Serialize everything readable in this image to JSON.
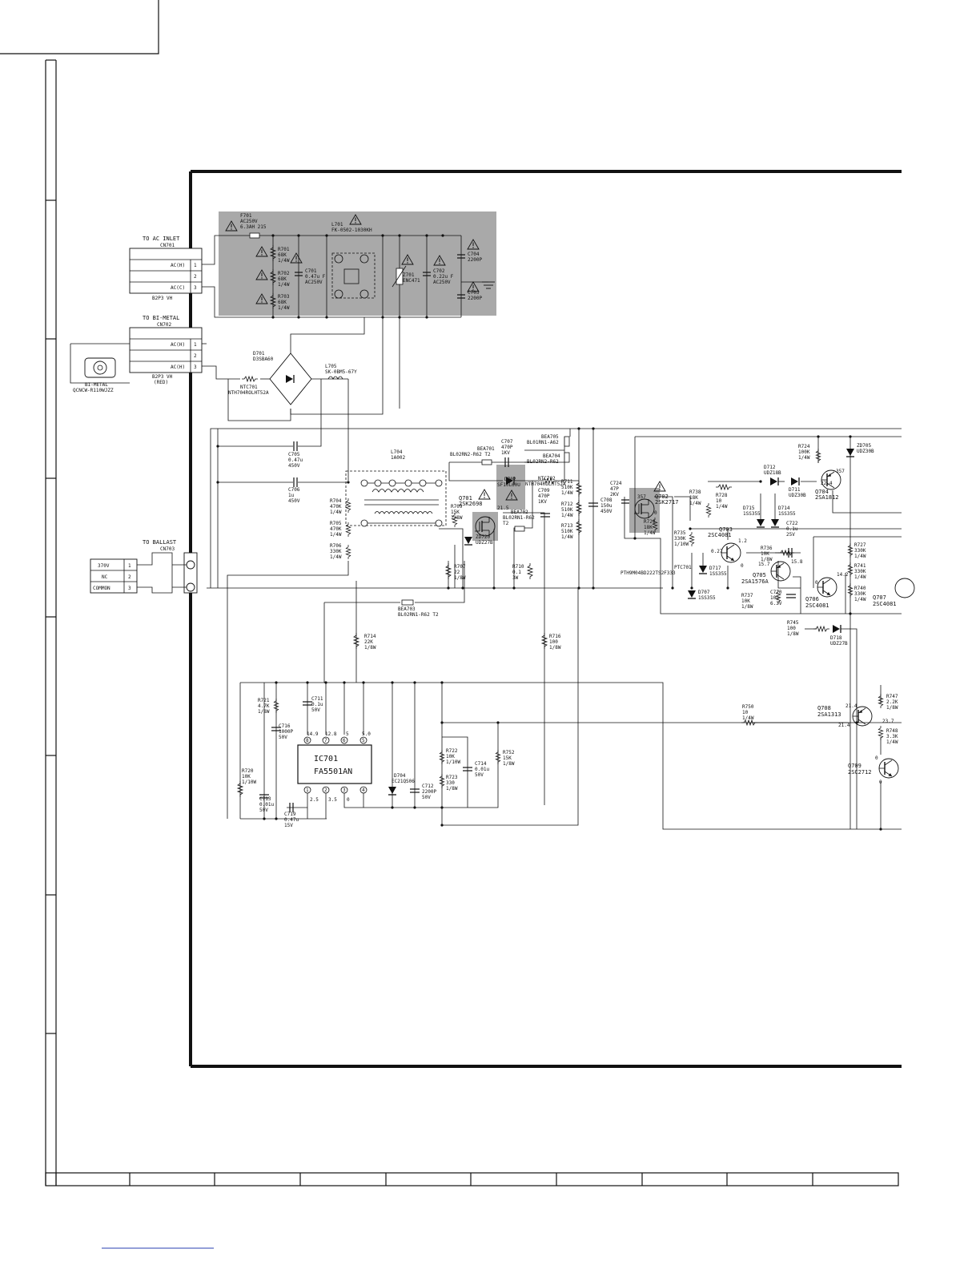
{
  "connectors": {
    "cn701": {
      "title": "TO AC INLET",
      "ref": "CN701",
      "pins": [
        {
          "label": "AC(H)",
          "num": "1"
        },
        {
          "label": "",
          "num": "2"
        },
        {
          "label": "AC(C)",
          "num": "3"
        }
      ],
      "type": "B2P3 VH"
    },
    "cn702": {
      "title": "TO BI-METAL",
      "ref": "CN702",
      "pins": [
        {
          "label": "AC(H)",
          "num": "1"
        },
        {
          "label": "",
          "num": "2"
        },
        {
          "label": "AC(H)",
          "num": "3"
        }
      ],
      "type": "B2P3 VH",
      "type2": "(RED)"
    },
    "cn703": {
      "title": "TO BALLAST",
      "ref": "CN703",
      "pins": [
        {
          "label": "370V",
          "num": "1"
        },
        {
          "label": "NC",
          "num": "2"
        },
        {
          "label": "COMMON",
          "num": "3"
        }
      ]
    },
    "bimetal": {
      "name": "BI-METAL",
      "part": "QCNCW-R110WJZZ"
    }
  },
  "components": [
    {
      "k": "f701",
      "lines": [
        "F701",
        "AC250V",
        "6.3AH 215"
      ]
    },
    {
      "k": "l701",
      "lines": [
        "L701",
        "FK-0502-1030KH"
      ]
    },
    {
      "k": "r701",
      "lines": [
        "R701",
        "68K",
        "1/4W"
      ]
    },
    {
      "k": "r702",
      "lines": [
        "R702",
        "68K",
        "1/4W"
      ]
    },
    {
      "k": "r703",
      "lines": [
        "R703",
        "68K",
        "1/4W"
      ]
    },
    {
      "k": "c701",
      "lines": [
        "C701",
        "0.47u F",
        "AC250V"
      ]
    },
    {
      "k": "z701",
      "lines": [
        "Z701",
        "ENC471"
      ]
    },
    {
      "k": "c702",
      "lines": [
        "C702",
        "0.22u F",
        "AC250V"
      ]
    },
    {
      "k": "c704",
      "lines": [
        "C704",
        "2200P"
      ]
    },
    {
      "k": "c703",
      "lines": [
        "C703",
        "2200P"
      ]
    },
    {
      "k": "d701",
      "lines": [
        "D701",
        "D3SBA60"
      ]
    },
    {
      "k": "l705",
      "lines": [
        "L705",
        "SK-0BM5-67Y"
      ]
    },
    {
      "k": "ntc701",
      "lines": [
        "NTC701",
        "NTH704ROLHT52A"
      ]
    },
    {
      "k": "c705",
      "lines": [
        "C705",
        "0.47u",
        "450V"
      ]
    },
    {
      "k": "c706",
      "lines": [
        "C706",
        "1u",
        "450V"
      ]
    },
    {
      "k": "l704",
      "lines": [
        "L704",
        "1A002"
      ]
    },
    {
      "k": "bea701",
      "lines": [
        "BEA701",
        "BL02RN2-R62  T2"
      ]
    },
    {
      "k": "c707",
      "lines": [
        "C707",
        "470P",
        "1KV"
      ]
    },
    {
      "k": "d702",
      "lines": [
        "D702",
        "SF10L60U"
      ]
    },
    {
      "k": "ntc702",
      "lines": [
        "NTC702",
        "NTH704ROLHT52A"
      ]
    },
    {
      "k": "bea705",
      "lines": [
        "BEA705",
        "BL01RN1-A62"
      ]
    },
    {
      "k": "bea704",
      "lines": [
        "BEA704",
        "BL02RN2-R62"
      ]
    },
    {
      "k": "c709",
      "lines": [
        "C709",
        "470P",
        "1KV"
      ]
    },
    {
      "k": "r711",
      "lines": [
        "R711",
        "510K",
        "1/4W"
      ]
    },
    {
      "k": "r712",
      "lines": [
        "R712",
        "510K",
        "1/4W"
      ]
    },
    {
      "k": "r713",
      "lines": [
        "R713",
        "510K",
        "1/4W"
      ]
    },
    {
      "k": "r704",
      "lines": [
        "R704",
        "470K",
        "1/4W"
      ]
    },
    {
      "k": "r705",
      "lines": [
        "R705",
        "470K",
        "1/4W"
      ]
    },
    {
      "k": "r706",
      "lines": [
        "R706",
        "330K",
        "1/4W"
      ]
    },
    {
      "k": "q701",
      "lines": [
        "Q701",
        "2SK2698"
      ]
    },
    {
      "k": "r709",
      "lines": [
        "R709",
        "15K",
        "1/8W"
      ]
    },
    {
      "k": "bea702",
      "lines": [
        "BEA702",
        "BL02RN1-R62",
        "T2"
      ]
    },
    {
      "k": "zd720",
      "lines": [
        "ZD720",
        "UDZ27B"
      ]
    },
    {
      "k": "r707",
      "lines": [
        "R707",
        "22",
        "1/8W"
      ]
    },
    {
      "k": "r710",
      "lines": [
        "R710",
        "0.1",
        "3W"
      ]
    },
    {
      "k": "bea703",
      "lines": [
        "BEA703",
        "BL02RN1-R62  T2"
      ]
    },
    {
      "k": "r714",
      "lines": [
        "R714",
        "22K",
        "1/8W"
      ]
    },
    {
      "k": "r716",
      "lines": [
        "R716",
        "100",
        "1/8W"
      ]
    },
    {
      "k": "c724",
      "lines": [
        "C724",
        "47P",
        "2KV"
      ]
    },
    {
      "k": "c708",
      "lines": [
        "C708",
        "150u",
        "450V"
      ]
    },
    {
      "k": "q702",
      "lines": [
        "Q702",
        "2SK2717"
      ]
    },
    {
      "k": "r729",
      "lines": [
        "R729",
        "18K",
        "1/4W"
      ]
    },
    {
      "k": "r738",
      "lines": [
        "R738",
        "18K",
        "1/4W"
      ]
    },
    {
      "k": "r728",
      "lines": [
        "R728",
        "10",
        "1/4W"
      ]
    },
    {
      "k": "r724",
      "lines": [
        "R724",
        "100K",
        "1/4W"
      ]
    },
    {
      "k": "d712",
      "lines": [
        "D712",
        "UDZ18B"
      ]
    },
    {
      "k": "d711",
      "lines": [
        "D711",
        "UDZ30B"
      ]
    },
    {
      "k": "q704",
      "lines": [
        "Q704",
        "2SA1812"
      ]
    },
    {
      "k": "zd705",
      "lines": [
        "ZD705",
        "UDZ30B"
      ]
    },
    {
      "k": "d715",
      "lines": [
        "D715",
        "1SS355"
      ]
    },
    {
      "k": "d714",
      "lines": [
        "D714",
        "1SS355"
      ]
    },
    {
      "k": "c722",
      "lines": [
        "C722",
        "0.1u",
        "25V"
      ]
    },
    {
      "k": "r735",
      "lines": [
        "R735",
        "330K",
        "1/10W"
      ]
    },
    {
      "k": "q703",
      "lines": [
        "Q703",
        "2SC4081"
      ]
    },
    {
      "k": "r736",
      "lines": [
        "R736",
        "10K",
        "1/8W"
      ]
    },
    {
      "k": "ptc701",
      "lines": [
        "PTC701",
        "PTH9M04BD222TS2F333"
      ]
    },
    {
      "k": "d717",
      "lines": [
        "D717",
        "1SS355"
      ]
    },
    {
      "k": "q705",
      "lines": [
        "Q705",
        "2SA1576A"
      ]
    },
    {
      "k": "d707",
      "lines": [
        "D707",
        "1SS355"
      ]
    },
    {
      "k": "r737",
      "lines": [
        "R737",
        "10K",
        "1/8W"
      ]
    },
    {
      "k": "c720",
      "lines": [
        "C720",
        "10u",
        "6.3V"
      ]
    },
    {
      "k": "q706",
      "lines": [
        "Q706",
        "2SC4081"
      ]
    },
    {
      "k": "r727",
      "lines": [
        "R727",
        "330K",
        "1/4W"
      ]
    },
    {
      "k": "r741",
      "lines": [
        "R741",
        "330K",
        "1/4W"
      ]
    },
    {
      "k": "r740",
      "lines": [
        "R740",
        "330K",
        "1/4W"
      ]
    },
    {
      "k": "q707",
      "lines": [
        "Q707",
        "2SC4081"
      ]
    },
    {
      "k": "r745",
      "lines": [
        "R745",
        "100",
        "1/8W"
      ]
    },
    {
      "k": "d718",
      "lines": [
        "D718",
        "UDZ27B"
      ]
    },
    {
      "k": "r721",
      "lines": [
        "R721",
        "4.7K",
        "1/8W"
      ]
    },
    {
      "k": "c711",
      "lines": [
        "C711",
        "0.1u",
        "50V"
      ]
    },
    {
      "k": "c716",
      "lines": [
        "C716",
        "1000P",
        "50V"
      ]
    },
    {
      "k": "r720",
      "lines": [
        "R720",
        "10K",
        "1/10W"
      ]
    },
    {
      "k": "c713",
      "lines": [
        "C713",
        "0.01u",
        "50V"
      ]
    },
    {
      "k": "c719",
      "lines": [
        "C719",
        "0.47u",
        "15V"
      ]
    },
    {
      "k": "d704",
      "lines": [
        "D704",
        "EC21QS06"
      ]
    },
    {
      "k": "c712",
      "lines": [
        "C712",
        "2200P",
        "50V"
      ]
    },
    {
      "k": "r722",
      "lines": [
        "R722",
        "10K",
        "1/10W"
      ]
    },
    {
      "k": "r723",
      "lines": [
        "R723",
        "330",
        "1/8W"
      ]
    },
    {
      "k": "c714",
      "lines": [
        "C714",
        "0.01u",
        "50V"
      ]
    },
    {
      "k": "r752",
      "lines": [
        "R752",
        "15K",
        "1/8W"
      ]
    },
    {
      "k": "r750",
      "lines": [
        "R750",
        "10",
        "1/4W"
      ]
    },
    {
      "k": "q708",
      "lines": [
        "Q708",
        "2SA1313"
      ]
    },
    {
      "k": "r747",
      "lines": [
        "R747",
        "2.2K",
        "1/8W"
      ]
    },
    {
      "k": "r748",
      "lines": [
        "R748",
        "3.3K",
        "1/4W"
      ]
    },
    {
      "k": "q709",
      "lines": [
        "Q709",
        "2SC2712"
      ]
    }
  ],
  "ic701": {
    "ref": "IC701",
    "part": "FA5501AN",
    "top_pins": [
      "8",
      "7",
      "6",
      "5"
    ],
    "bottom_pins": [
      "1",
      "2",
      "3",
      "4"
    ],
    "top_volts": [
      "14.9",
      "12.8",
      "5",
      "5.0"
    ],
    "bottom_volts": [
      "2.5",
      "3.5",
      "0",
      ""
    ]
  },
  "voltages": [
    "21.5",
    "0.27",
    "1.2",
    "0",
    "15.7",
    "15.8",
    "14.2",
    "0",
    "21.4",
    "0",
    "21.4",
    "23.7",
    "0",
    "0",
    "357",
    "357",
    "22.4"
  ]
}
